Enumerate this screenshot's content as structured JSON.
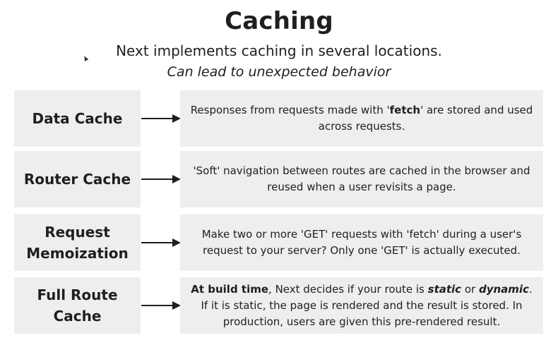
{
  "title": "Caching",
  "subtitle": "Next implements caching in several locations.",
  "note": "Can lead to unexpected behavior",
  "rows": [
    {
      "label": "Data Cache",
      "desc": {
        "pre": "Responses from requests made with '",
        "bold": "fetch",
        "post": "' are stored and used across requests."
      }
    },
    {
      "label": "Router Cache",
      "desc": "'Soft' navigation between routes are cached in the browser and reused when a user revisits a page."
    },
    {
      "label": "Request Memoization",
      "desc": "Make two or more 'GET' requests with 'fetch' during a user's request to your server? Only one 'GET' is actually executed."
    },
    {
      "label": "Full Route Cache",
      "desc": {
        "bold": "At build time",
        "mid1": ", Next decides if your route is ",
        "italic1": "static",
        "mid2": " or ",
        "italic2": "dynamic",
        "post": ". If it is static, the page is rendered and the result is stored. In production, users are given this pre-rendered result."
      }
    }
  ]
}
